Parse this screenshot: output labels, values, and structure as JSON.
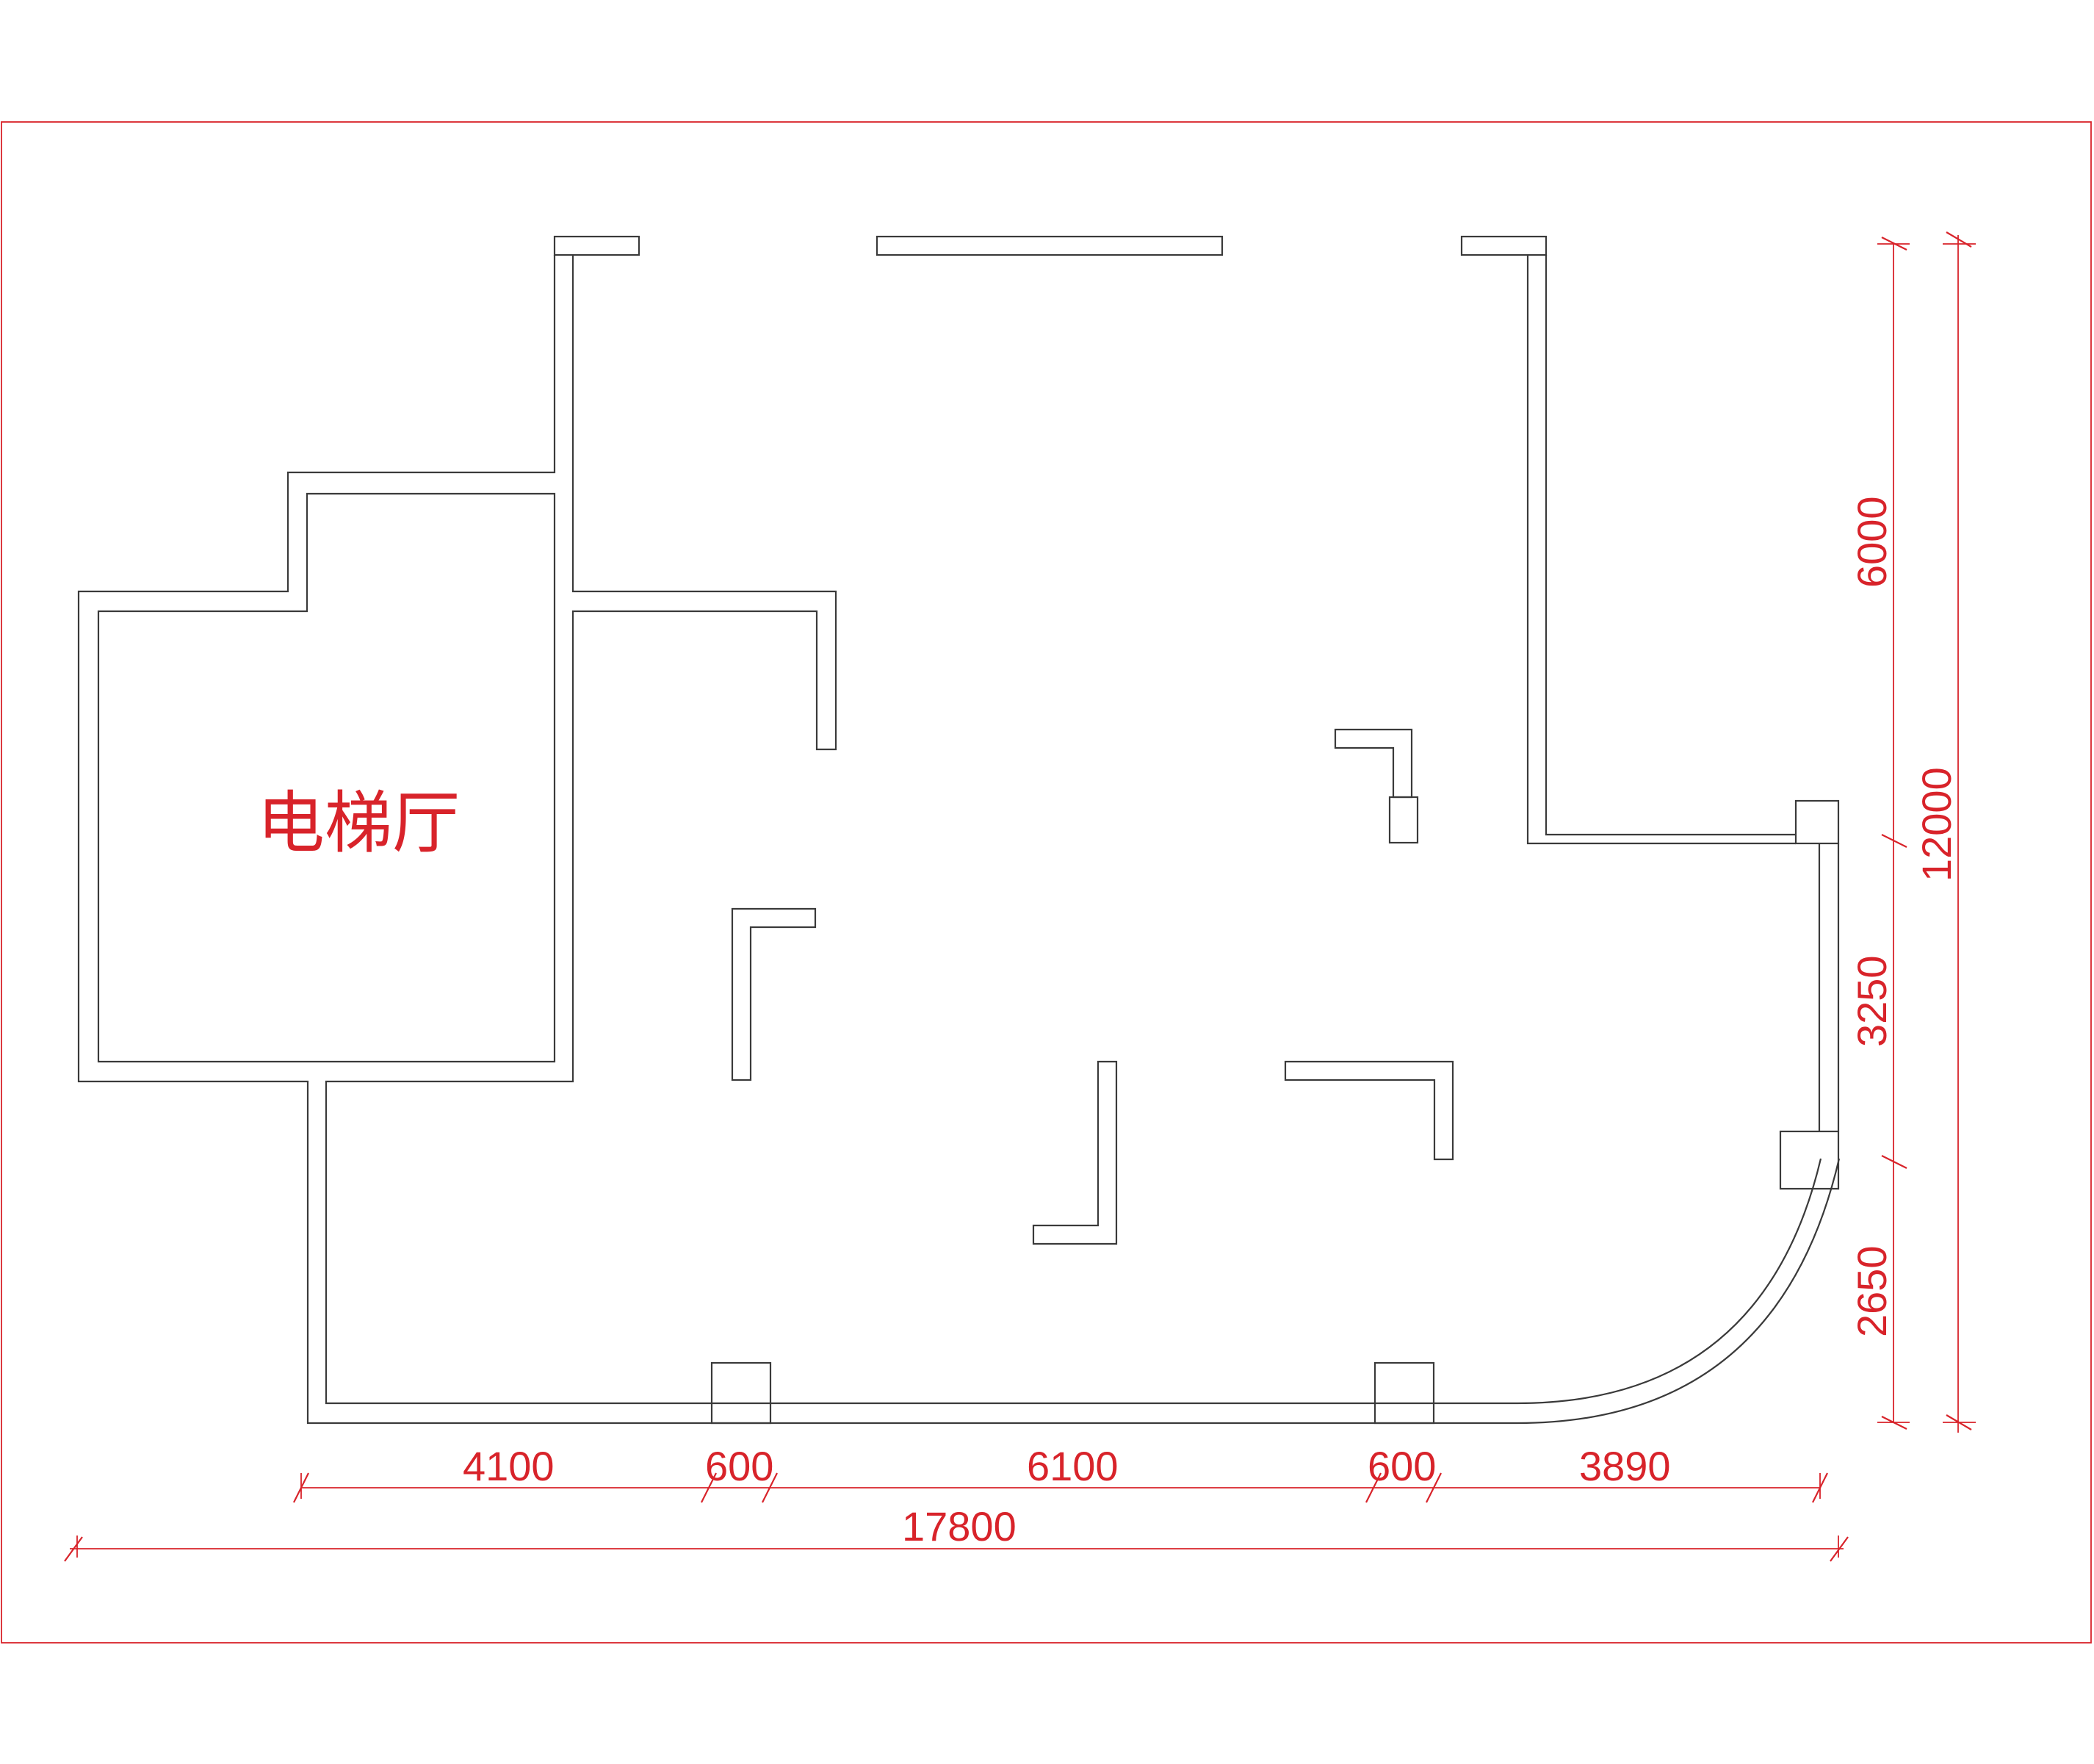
{
  "room_label": "电梯厅",
  "dimensions": {
    "bottom_segments": [
      "4100",
      "600",
      "6100",
      "600",
      "3890"
    ],
    "bottom_total": "17800",
    "right_segments": [
      "6000",
      "3250",
      "2650"
    ],
    "right_total": "12000"
  },
  "colors": {
    "wall": "#3a3a3a",
    "annotation": "#d8232a",
    "frame": "#d8232a"
  }
}
